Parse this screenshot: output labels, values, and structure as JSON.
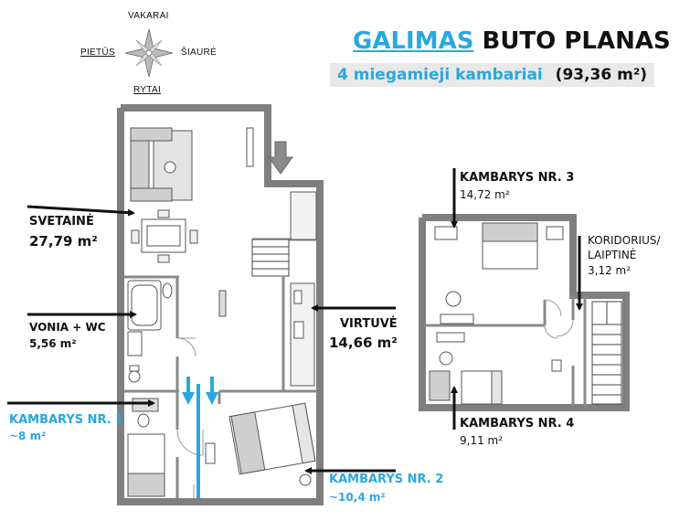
{
  "title": {
    "accent": "GALIMAS",
    "rest": "BUTO PLANAS",
    "subtitle_accent": "4 miegamieji kambariai",
    "subtitle_area": "(93,36 m²)"
  },
  "compass": {
    "north": "VAKARAI",
    "west": "PIETŪS",
    "east": "ŠIAURĖ",
    "south": "RYTAI"
  },
  "rooms": {
    "living": {
      "name": "SVETAINĖ",
      "area": "27,79 m²"
    },
    "bath": {
      "name": "VONIA + WC",
      "area": "5,56 m²"
    },
    "kitchen": {
      "name": "VIRTUVĖ",
      "area": "14,66 m²"
    },
    "bedroom1": {
      "name": "KAMBARYS NR. 1",
      "area": "~8 m²"
    },
    "bedroom2": {
      "name": "KAMBARYS NR. 2",
      "area": "~10,4 m²"
    },
    "bedroom3": {
      "name": "KAMBARYS NR. 3",
      "area": "14,72 m²"
    },
    "bedroom4": {
      "name": "KAMBARYS NR. 4",
      "area": "9,11 m²"
    },
    "corridor": {
      "name_line1": "KORIDORIUS/",
      "name_line2": "LAIPTINĖ",
      "area": "3,12 m²"
    }
  },
  "colors": {
    "accent": "#29a8df",
    "wall": "#7f7f7f",
    "arrow": "#111111",
    "floor_arrow": "#777777"
  },
  "icons": [
    "compass-rose-icon",
    "entrance-arrow-icon"
  ]
}
